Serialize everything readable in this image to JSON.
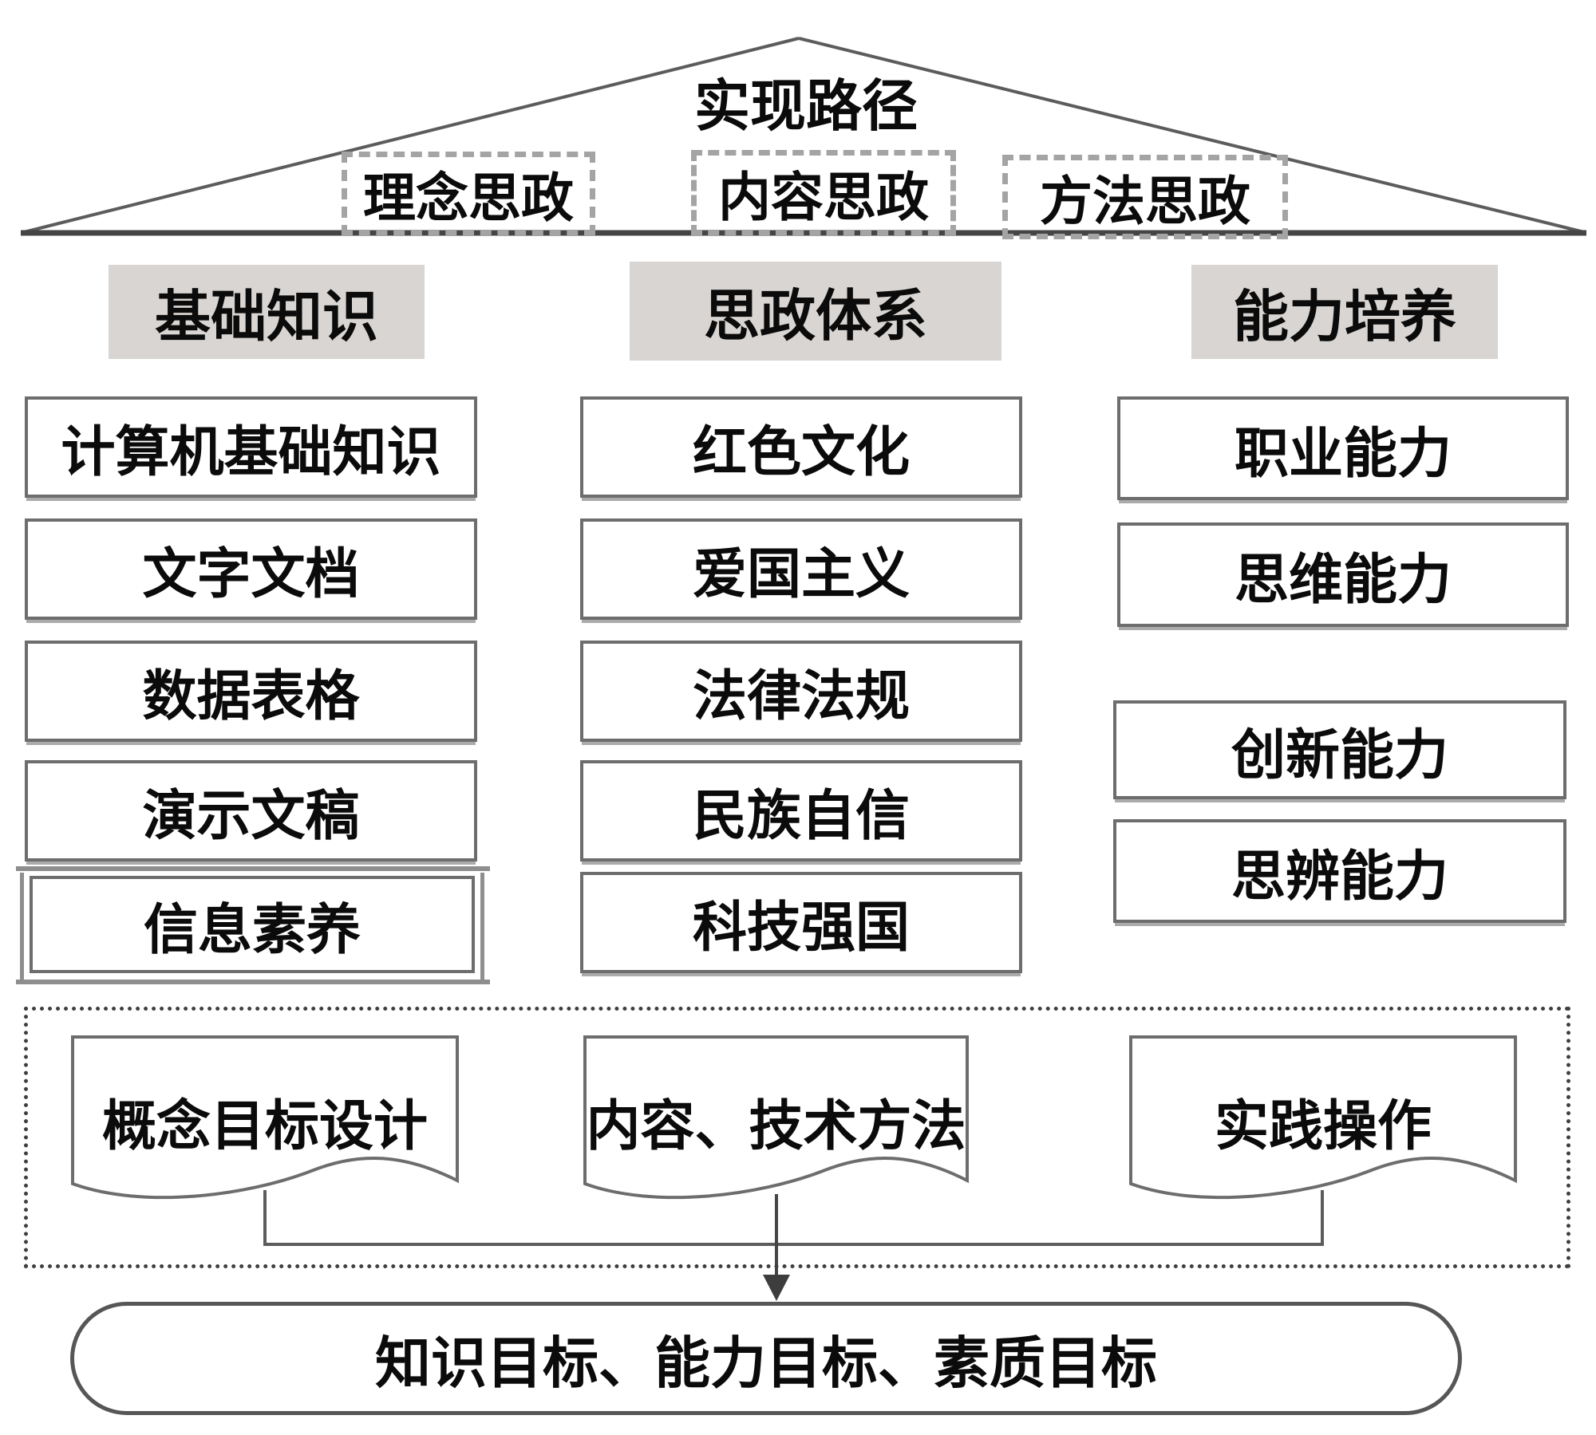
{
  "roof": {
    "title": "实现路径",
    "strategies": [
      {
        "label": "理念思政"
      },
      {
        "label": "内容思政"
      },
      {
        "label": "方法思政"
      }
    ]
  },
  "columns": [
    {
      "header": "基础知识",
      "items": [
        "计算机基础知识",
        "文字文档",
        "数据表格",
        "演示文稿",
        "信息素养"
      ]
    },
    {
      "header": "思政体系",
      "items": [
        "红色文化",
        "爱国主义",
        "法律法规",
        "民族自信",
        "科技强国"
      ]
    },
    {
      "header": "能力培养",
      "items": [
        "职业能力",
        "思维能力",
        "创新能力",
        "思辨能力"
      ]
    }
  ],
  "process": {
    "documents": [
      "概念目标设计",
      "内容、技术方法",
      "实践操作"
    ]
  },
  "goal": {
    "label": "知识目标、能力目标、素质目标"
  },
  "colors": {
    "header_bg": "#d8d5d2",
    "box_border": "#6d6d6d",
    "roof_line": "#5c5c5c",
    "base_line": "#454545",
    "dash_border": "#a4a4a4",
    "dot_border": "#3f3f3f",
    "text": "#0b0b0b"
  }
}
